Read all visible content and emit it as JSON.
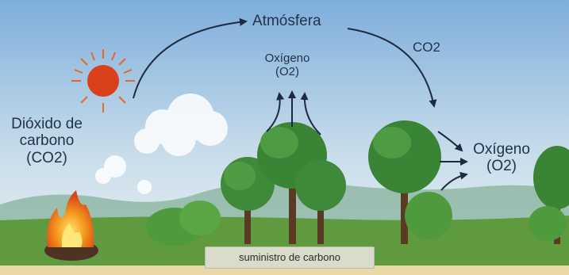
{
  "labels": {
    "atmosphere": "Atmósfera",
    "co2_top": "CO2",
    "oxygen_mid_line1": "Oxígeno",
    "oxygen_mid_line2": "(O2)",
    "oxygen_right_line1": "Oxígeno",
    "oxygen_right_line2": "(O2)",
    "co2_left_line1": "Dióxido de",
    "co2_left_line2": "carbono",
    "co2_left_line3": "(CO2)",
    "carbon_supply": "suministro de carbono"
  },
  "colors": {
    "sky_top": "#86b3dd",
    "sky_bottom": "#eaf1f3",
    "mountains": "#8fb7a5",
    "grass": "#5f9a3e",
    "tree_foliage": "#3f8a3a",
    "trunk": "#5a3a22",
    "sun": "#d9401c",
    "fire": "#f28a1c",
    "arrow": "#1d2a3f",
    "text": "#23324a"
  }
}
